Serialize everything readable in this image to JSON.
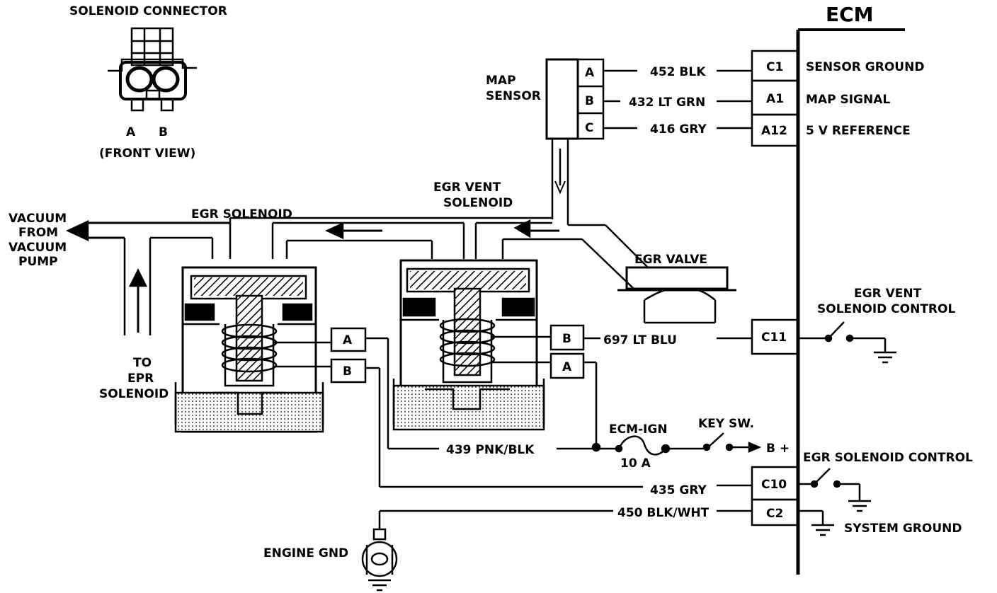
{
  "connector": {
    "title": "SOLENOID CONNECTOR",
    "pin_a": "A",
    "pin_b": "B",
    "view": "(FRONT VIEW)"
  },
  "ecm": {
    "title": "ECM",
    "sensor_ground": "SENSOR GROUND",
    "map_signal": "MAP SIGNAL",
    "five_v_reference": "5 V REFERENCE",
    "egr_vent_control_1": "EGR VENT",
    "egr_vent_control_2": "SOLENOID CONTROL",
    "egr_solenoid_control": "EGR SOLENOID CONTROL",
    "system_ground": "SYSTEM GROUND"
  },
  "ecm_pins": {
    "c1": "C1",
    "a1": "A1",
    "a12": "A12",
    "c11": "C11",
    "c10": "C10",
    "c2": "C2"
  },
  "map_sensor": {
    "label_1": "MAP",
    "label_2": "SENSOR",
    "pin_a": "A",
    "pin_b": "B",
    "pin_c": "C"
  },
  "wires": {
    "w452": "452 BLK",
    "w432": "432 LT GRN",
    "w416": "416 GRY",
    "w697": "697 LT BLU",
    "w439": "439 PNK/BLK",
    "w435": "435 GRY",
    "w450": "450 BLK/WHT"
  },
  "vacuum": {
    "line_1": "VACUUM",
    "line_2": "FROM",
    "line_3": "VACUUM",
    "line_4": "PUMP"
  },
  "egr_solenoid": {
    "label": "EGR  SOLENOID",
    "pin_a": "A",
    "pin_b": "B"
  },
  "egr_vent_solenoid": {
    "label_1": "EGR  VENT",
    "label_2": "SOLENOID",
    "pin_b": "B",
    "pin_a": "A"
  },
  "egr_valve": {
    "label": "EGR  VALVE"
  },
  "epr": {
    "line_1": "TO",
    "line_2": "EPR",
    "line_3": "SOLENOID"
  },
  "ignition": {
    "fuse": "ECM-IGN",
    "rating": "10 A",
    "key": "KEY SW.",
    "battery": "B +"
  },
  "engine_ground": "ENGINE GND"
}
